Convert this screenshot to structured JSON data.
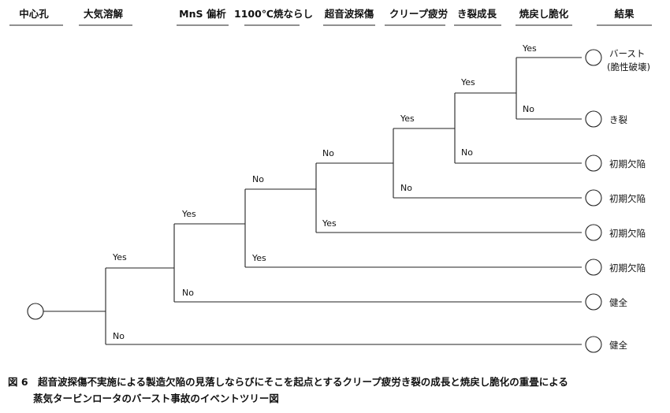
{
  "headers": [
    "中心孔",
    "大気溶解",
    "MnS 偏析",
    "1100℃焼ならし",
    "超音波探傷",
    "クリープ疲労",
    "き裂成長",
    "焼戻し脆化",
    "結果"
  ],
  "branch_labels": {
    "yes": "Yes",
    "no": "No"
  },
  "outcomes": [
    {
      "label": "バースト",
      "sub": "(脆性破壊)"
    },
    {
      "label": "き裂",
      "sub": ""
    },
    {
      "label": "初期欠陥",
      "sub": ""
    },
    {
      "label": "初期欠陥",
      "sub": ""
    },
    {
      "label": "初期欠陥",
      "sub": ""
    },
    {
      "label": "初期欠陥",
      "sub": ""
    },
    {
      "label": "健全",
      "sub": ""
    },
    {
      "label": "健全",
      "sub": ""
    }
  ],
  "caption": {
    "line1": "図 6　超音波探傷不実施による製造欠陥の見落しならびにそこを起点とするクリープ疲労き裂の成長と焼戻し脆化の重畳による",
    "line2": "蒸気タービンロータのバースト事故のイベントツリー図"
  }
}
